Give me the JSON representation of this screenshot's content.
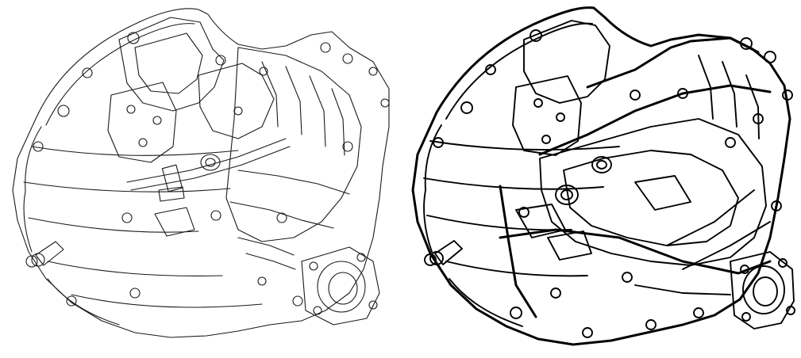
{
  "figure": {
    "views": [
      {
        "id": "left",
        "style": "thin-line"
      },
      {
        "id": "right",
        "style": "bold-line"
      }
    ],
    "colors": {
      "background": "#ffffff",
      "line": "#000000"
    }
  }
}
